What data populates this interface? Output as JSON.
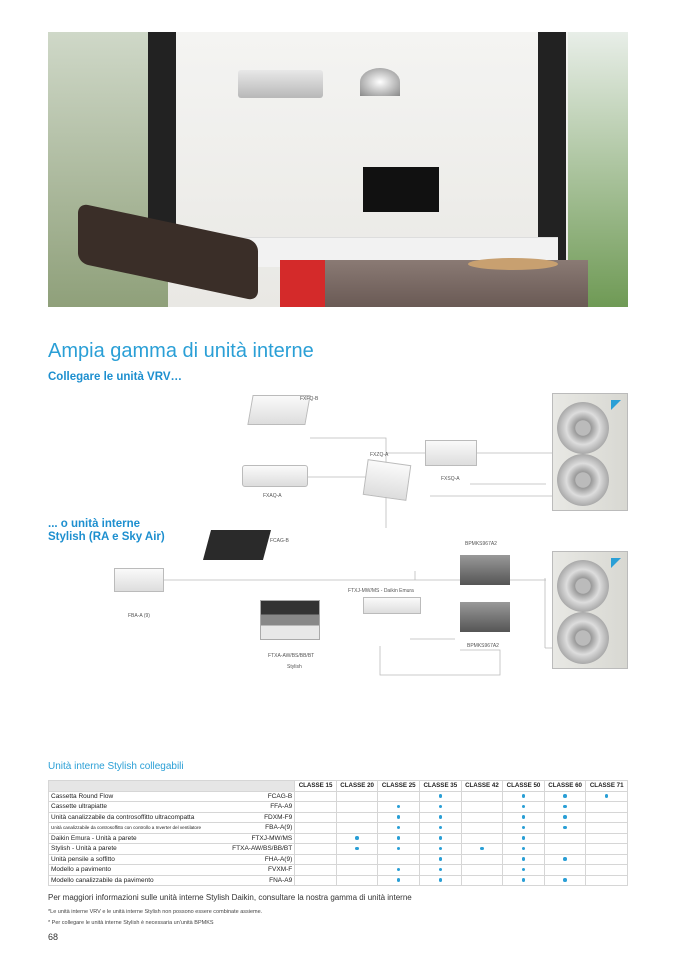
{
  "title": "Ampia gamma di unità interne",
  "section_vrv": "Collegare le unità VRV…",
  "section_stylish": "... o unità interne Stylish (RA e Sky Air)",
  "diagram_labels": {
    "fxfq": "FXFQ-B",
    "fxzq": "FXZQ-A",
    "fxsq": "FXSQ-A",
    "fxaq": "FXAQ-A",
    "fcag": "FCAG-B",
    "bpmks_top": "BPMKS967A2",
    "ftxj": "FTXJ-MW/MS - Daikin Emura",
    "fba": "FBA-A (9)",
    "ftxa": "FTXA-AW/BS/BB/BT",
    "stylish": "Stylish",
    "bpmks_bottom": "BPMKS967A2"
  },
  "table": {
    "title": "Unità interne Stylish collegabili",
    "columns": [
      "CLASSE 15",
      "CLASSE 20",
      "CLASSE 25",
      "CLASSE 35",
      "CLASSE 42",
      "CLASSE 50",
      "CLASSE 60",
      "CLASSE 71"
    ],
    "rows": [
      {
        "name": "Cassetta Round Flow",
        "model": "FCAG-B",
        "classes": [
          0,
          0,
          0,
          1,
          0,
          1,
          1,
          1
        ]
      },
      {
        "name": "Cassette ultrapiatte",
        "model": "FFA-A9",
        "classes": [
          0,
          0,
          1,
          1,
          0,
          1,
          1,
          0
        ]
      },
      {
        "name": "Unità canalizzabile da controsoffitto ultracompatta",
        "model": "FDXM-F9",
        "classes": [
          0,
          0,
          1,
          1,
          0,
          1,
          1,
          0
        ]
      },
      {
        "name": "Unità canalizzabile da controsoffitto con controllo a Inverter del ventilatore",
        "model": "FBA-A(9)",
        "classes": [
          0,
          0,
          1,
          1,
          0,
          1,
          1,
          0
        ],
        "small": true
      },
      {
        "name": "Daikin Emura - Unità a parete",
        "model": "FTXJ-MW/MS",
        "classes": [
          0,
          1,
          1,
          1,
          0,
          1,
          0,
          0
        ]
      },
      {
        "name": "Stylish - Unità a parete",
        "model": "FTXA-AW/BS/BB/BT",
        "classes": [
          0,
          1,
          1,
          1,
          1,
          1,
          0,
          0
        ]
      },
      {
        "name": "Unità pensile a soffitto",
        "model": "FHA-A(9)",
        "classes": [
          0,
          0,
          0,
          1,
          0,
          1,
          1,
          0
        ]
      },
      {
        "name": "Modello a pavimento",
        "model": "FVXM-F",
        "classes": [
          0,
          0,
          1,
          1,
          0,
          1,
          0,
          0
        ]
      },
      {
        "name": "Modello canalizzabile da pavimento",
        "model": "FNA-A9",
        "classes": [
          0,
          0,
          1,
          1,
          0,
          1,
          1,
          0
        ]
      }
    ]
  },
  "info": "Per maggiori informazioni sulle unità interne Stylish Daikin, consultare la nostra gamma di unità interne",
  "notes": [
    "*Le unità interne VRV e le unità interne Stylish non possono essere combinate assieme.",
    "* Per collegare le unità interne Stylish è necessaria un'unità BPMKS"
  ],
  "page_number": "68",
  "colors": {
    "accent": "#2a9fd6",
    "dot": "#2a9fd6"
  }
}
